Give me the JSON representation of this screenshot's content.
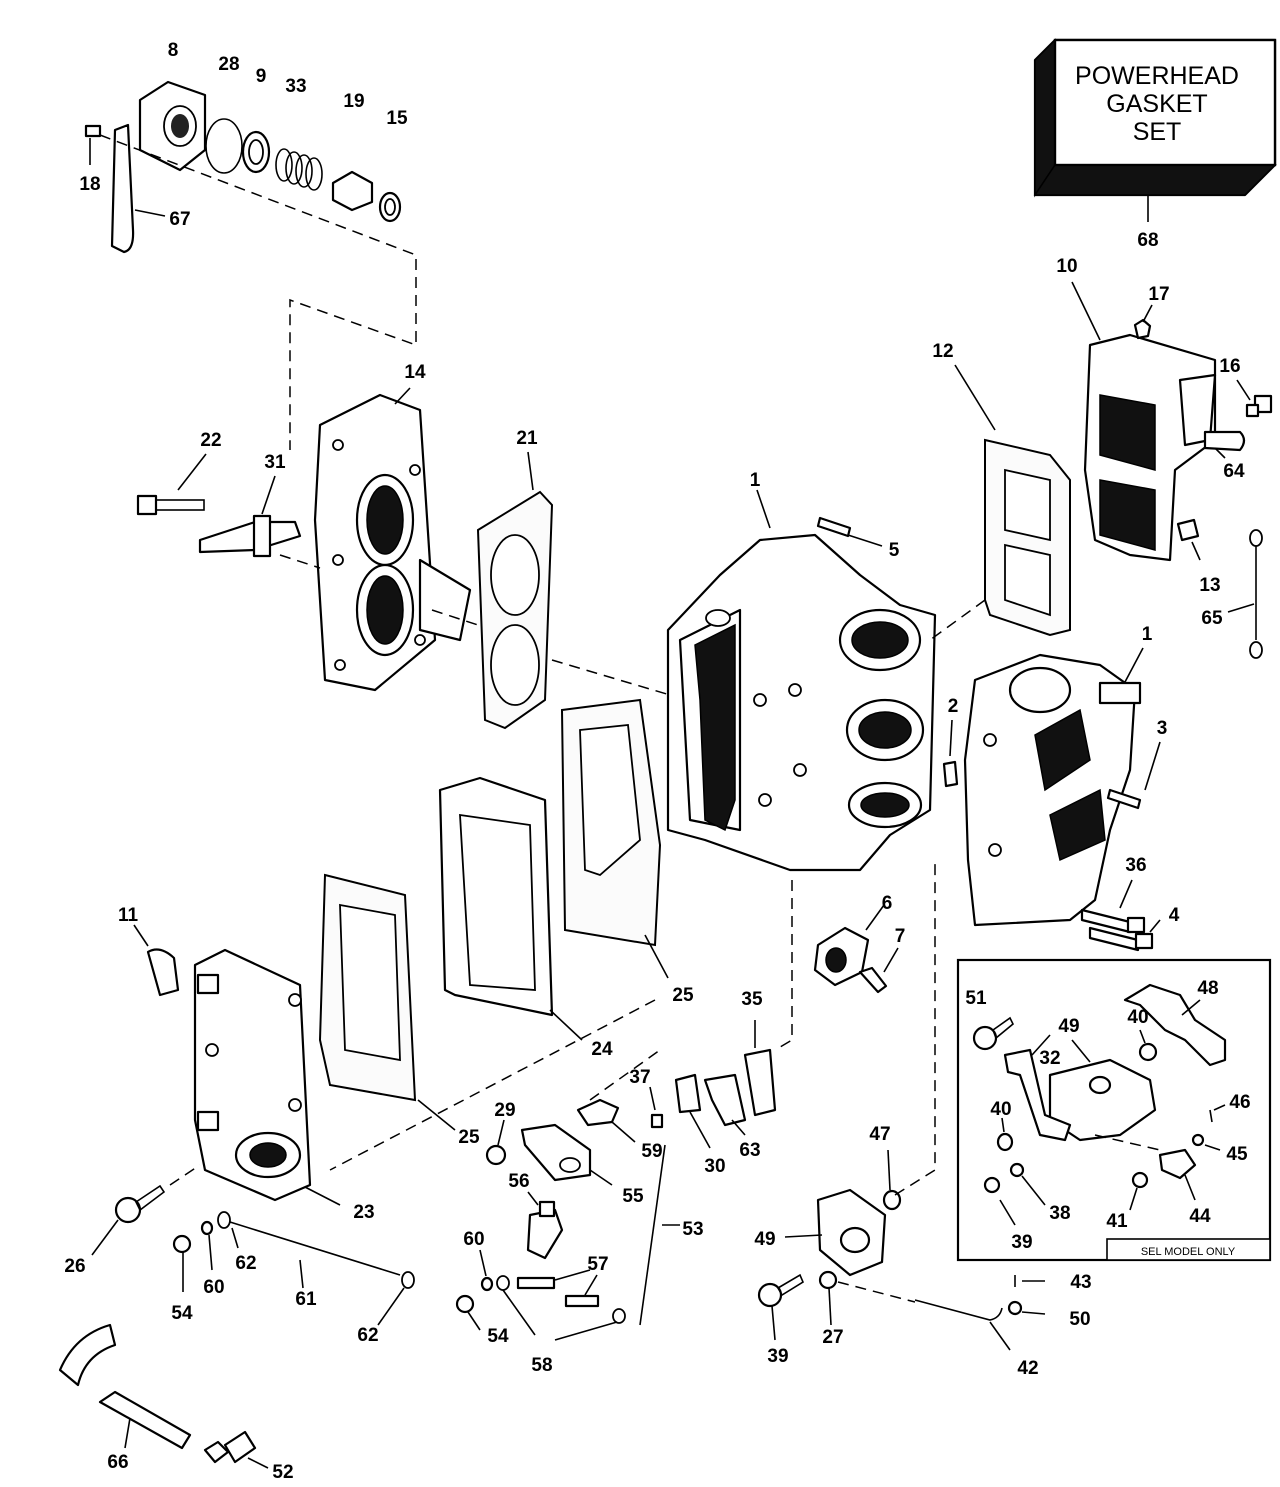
{
  "kit_box": {
    "title_lines": [
      "POWERHEAD",
      "GASKET",
      "SET"
    ]
  },
  "sel_model_note": "SEL MODEL ONLY",
  "part_numbers": {
    "p1a": "1",
    "p1b": "1",
    "p2": "2",
    "p3": "3",
    "p4": "4",
    "p5": "5",
    "p6": "6",
    "p7": "7",
    "p8": "8",
    "p9": "9",
    "p10": "10",
    "p11": "11",
    "p12": "12",
    "p13": "13",
    "p14": "14",
    "p15": "15",
    "p16": "16",
    "p17": "17",
    "p18": "18",
    "p19": "19",
    "p21": "21",
    "p22": "22",
    "p23": "23",
    "p24": "24",
    "p25a": "25",
    "p25b": "25",
    "p26": "26",
    "p27": "27",
    "p28": "28",
    "p29": "29",
    "p30": "30",
    "p31": "31",
    "p32": "32",
    "p33": "33",
    "p35": "35",
    "p36": "36",
    "p37": "37",
    "p38": "38",
    "p39a": "39",
    "p39b": "39",
    "p40a": "40",
    "p40b": "40",
    "p41": "41",
    "p42": "42",
    "p43": "43",
    "p44": "44",
    "p45": "45",
    "p46": "46",
    "p47": "47",
    "p48": "48",
    "p49a": "49",
    "p49b": "49",
    "p50": "50",
    "p51": "51",
    "p52": "52",
    "p53": "53",
    "p54a": "54",
    "p54b": "54",
    "p55": "55",
    "p56": "56",
    "p57": "57",
    "p58": "58",
    "p59": "59",
    "p60a": "60",
    "p60b": "60",
    "p61": "61",
    "p62a": "62",
    "p62b": "62",
    "p63": "63",
    "p64": "64",
    "p65": "65",
    "p66": "66",
    "p67": "67",
    "p68": "68"
  }
}
